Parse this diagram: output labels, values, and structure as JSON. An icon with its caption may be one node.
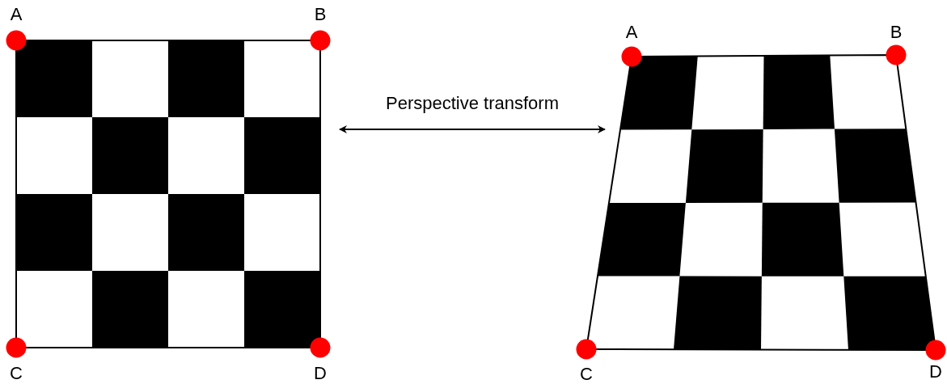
{
  "diagram": {
    "nodes": [
      {
        "text": [],
        "shape": "picture"
      },
      {
        "text": [],
        "shape": "picture"
      }
    ],
    "edges": [
      {
        "from": 0,
        "to": 1,
        "arrow": "both",
        "label": "Perspective transform"
      }
    ],
    "labels": [
      "A",
      "B",
      "A",
      "B",
      "C",
      "D",
      "C",
      "D"
    ]
  }
}
